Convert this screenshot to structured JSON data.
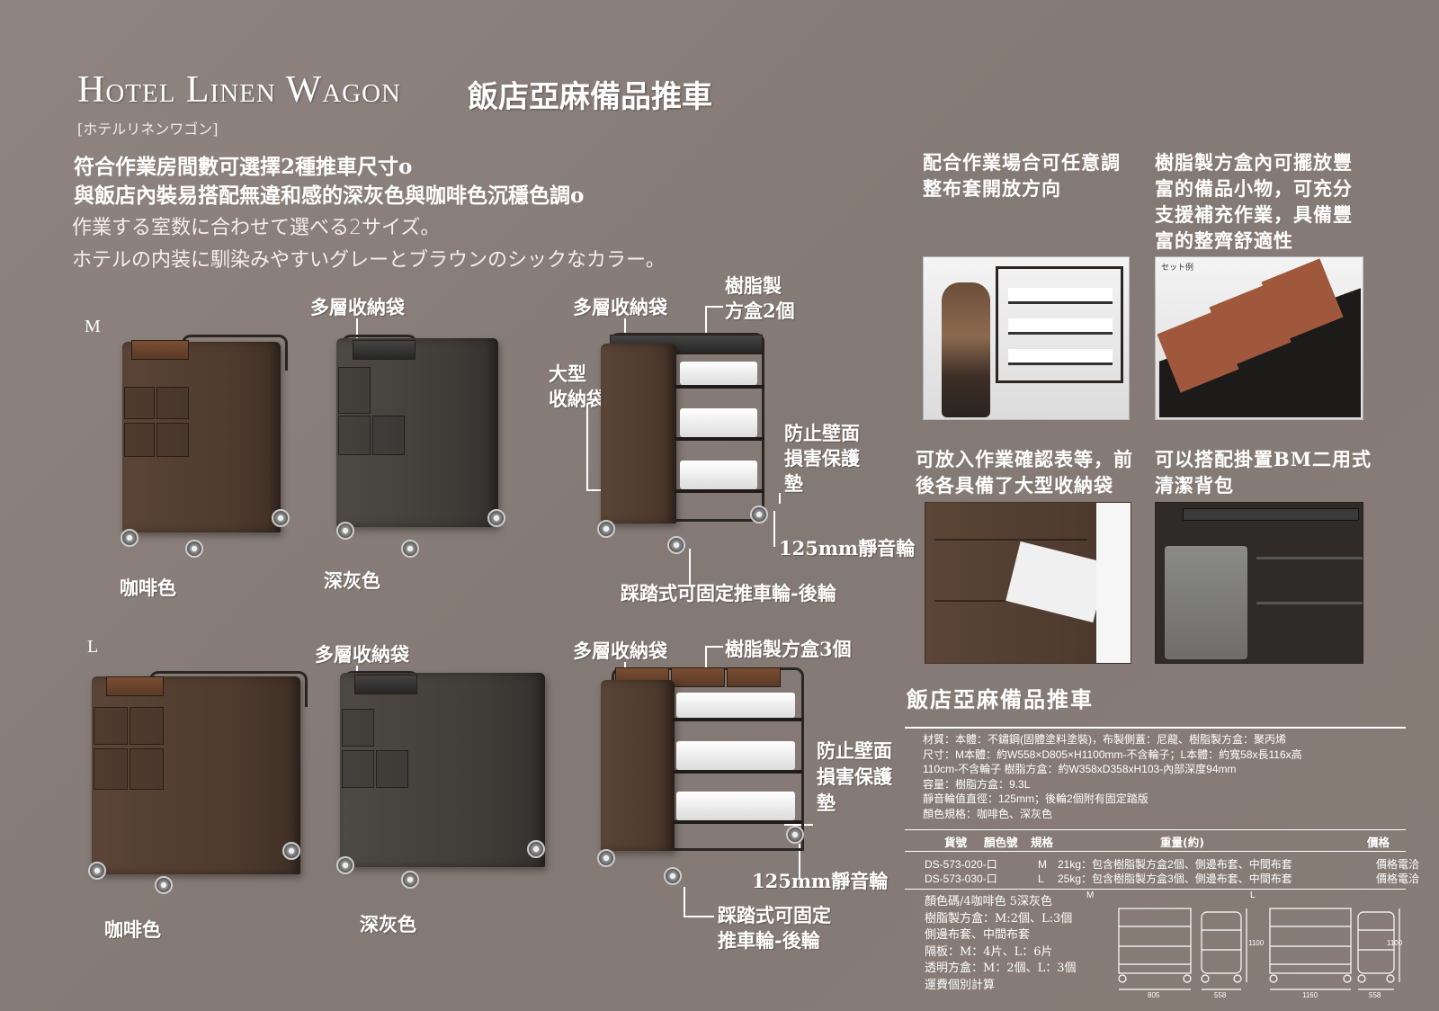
{
  "header": {
    "title_en": "Hotel Linen Wagon",
    "title_zh": "飯店亞麻備品推車",
    "subtitle_jp": "[ホテルリネンワゴン]"
  },
  "intro": {
    "zh_line1": "符合作業房間數可選擇2種推車尺寸o",
    "zh_line2": "與飯店內裝易搭配無違和感的深灰色與咖啡色沉穩色調o",
    "jp_line1": "作業する室数に合わせて選べる2サイズ。",
    "jp_line2": "ホテルの内装に馴染みやすいグレーとブラウンのシックなカラー。"
  },
  "section_m": {
    "size": "M",
    "label_bag1": "多層收納袋",
    "label_bag2": "多層收納袋",
    "label_resin_box": "樹脂製\n方盒2個",
    "label_large_bag": "大型\n收納袋",
    "label_guard": "防止壁面\n損害保護\n墊",
    "label_wheel": "125mm靜音輪",
    "label_brake": "踩踏式可固定推車輪-後輪",
    "color_brown": "咖啡色",
    "color_grey": "深灰色"
  },
  "section_l": {
    "size": "L",
    "label_bag1": "多層收納袋",
    "label_bag2": "多層收納袋",
    "label_resin_box": "樹脂製方盒3個",
    "label_guard": "防止壁面\n損害保護\n墊",
    "label_wheel": "125mm靜音輪",
    "label_brake": "踩踏式可固定\n推車輪-後輪",
    "color_brown": "咖啡色",
    "color_grey": "深灰色"
  },
  "features": {
    "caption1": "配合作業場合可任意調\n整布套開放方向",
    "caption2": "樹脂製方盒內可擺放豐\n富的備品小物，可充分\n支援補充作業，具備豐\n富的整齊舒適性",
    "caption3": "可放入作業確認表等，前\n後各具備了大型收納袋",
    "caption4": "可以搭配掛置BM二用式\n清潔背包",
    "photo2_tag": "セット例"
  },
  "spec": {
    "title": "飯店亞麻備品推車",
    "lines": [
      "材質：本體：不鏽鋼(固體塗料塗裝)，布製側蓋：尼龍、樹脂製方盒：聚丙烯",
      "尺寸：M本體：約W558×D805×H1100mm-不含輪子；L本體：約寬58x長116x高",
      "110cm-不含輪子  樹脂方盒：約W358xD358xH103-內部深度94mm",
      "容量：樹脂方盒：9.3L",
      "靜音輪值直徑：125mm；後輪2個附有固定踏版",
      "顏色規格：咖啡色、深灰色"
    ],
    "table_headers": [
      "貨號",
      "顏色號",
      "規格",
      "重量(約)",
      "價格"
    ],
    "rows": [
      {
        "code": "DS-573-020-口",
        "size": "M",
        "weight": "21kg：包含樹脂製方盒2個、側邊布套、中間布套",
        "price": "價格電洽"
      },
      {
        "code": "DS-573-030-口",
        "size": "L",
        "weight": "25kg：包含樹脂製方盒3個、側邊布套、中間布套",
        "price": "價格電洽"
      }
    ],
    "notes": [
      "顏色碼/4咖啡色  5深灰色",
      "樹脂製方盒：M:2個、L:3個",
      "側邊布套、中間布套",
      "隔板：M：4片、L：6片",
      "透明方盒：M：2個、L：3個",
      "運費個別計算"
    ],
    "drawing_labels": {
      "m": "M",
      "l": "L",
      "m_width": "805",
      "m_depth": "558",
      "m_height": "1100",
      "l_width": "1160",
      "l_depth": "558",
      "l_height": "1100"
    }
  }
}
